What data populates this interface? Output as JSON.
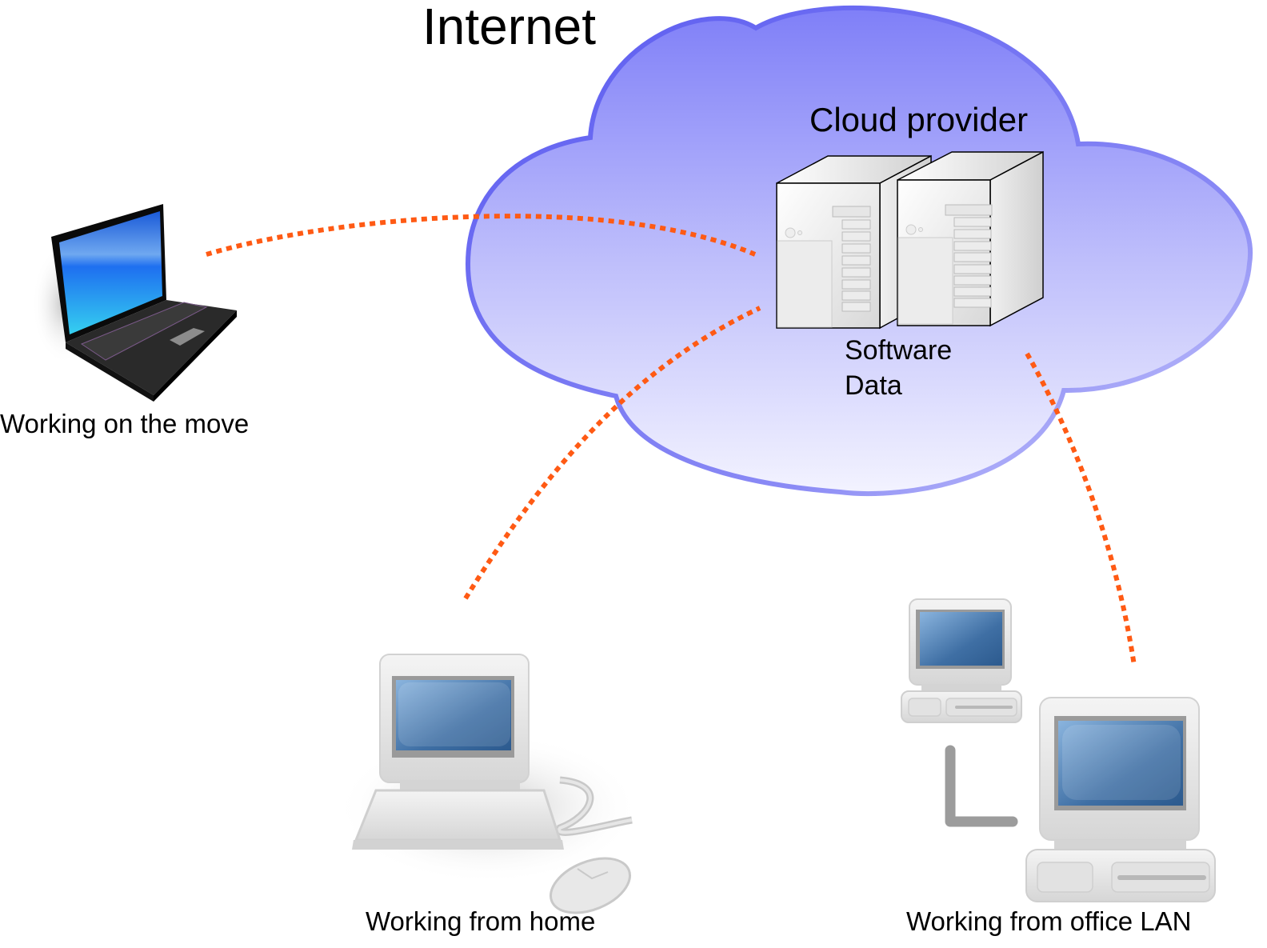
{
  "diagram": {
    "title": "Internet",
    "cloud": {
      "label": "Cloud provider",
      "contents": [
        "Software",
        "Data"
      ],
      "fill_top": "#8080f8",
      "fill_bottom": "#f2f2ff",
      "outline": "#6b6bf5"
    },
    "nodes": [
      {
        "id": "laptop",
        "label": "Working on the move",
        "icon": "laptop-icon"
      },
      {
        "id": "home",
        "label": "Working from home",
        "icon": "desktop-computer-with-mouse-icon"
      },
      {
        "id": "office",
        "label": "Working from office LAN",
        "icon": "networked-computers-icon"
      }
    ],
    "connections": [
      {
        "from": "laptop",
        "to": "cloud-provider",
        "style": "dotted"
      },
      {
        "from": "home",
        "to": "cloud-provider",
        "style": "dotted"
      },
      {
        "from": "office",
        "to": "cloud-provider",
        "style": "dotted"
      }
    ],
    "connection_color": "#ff5a14"
  }
}
